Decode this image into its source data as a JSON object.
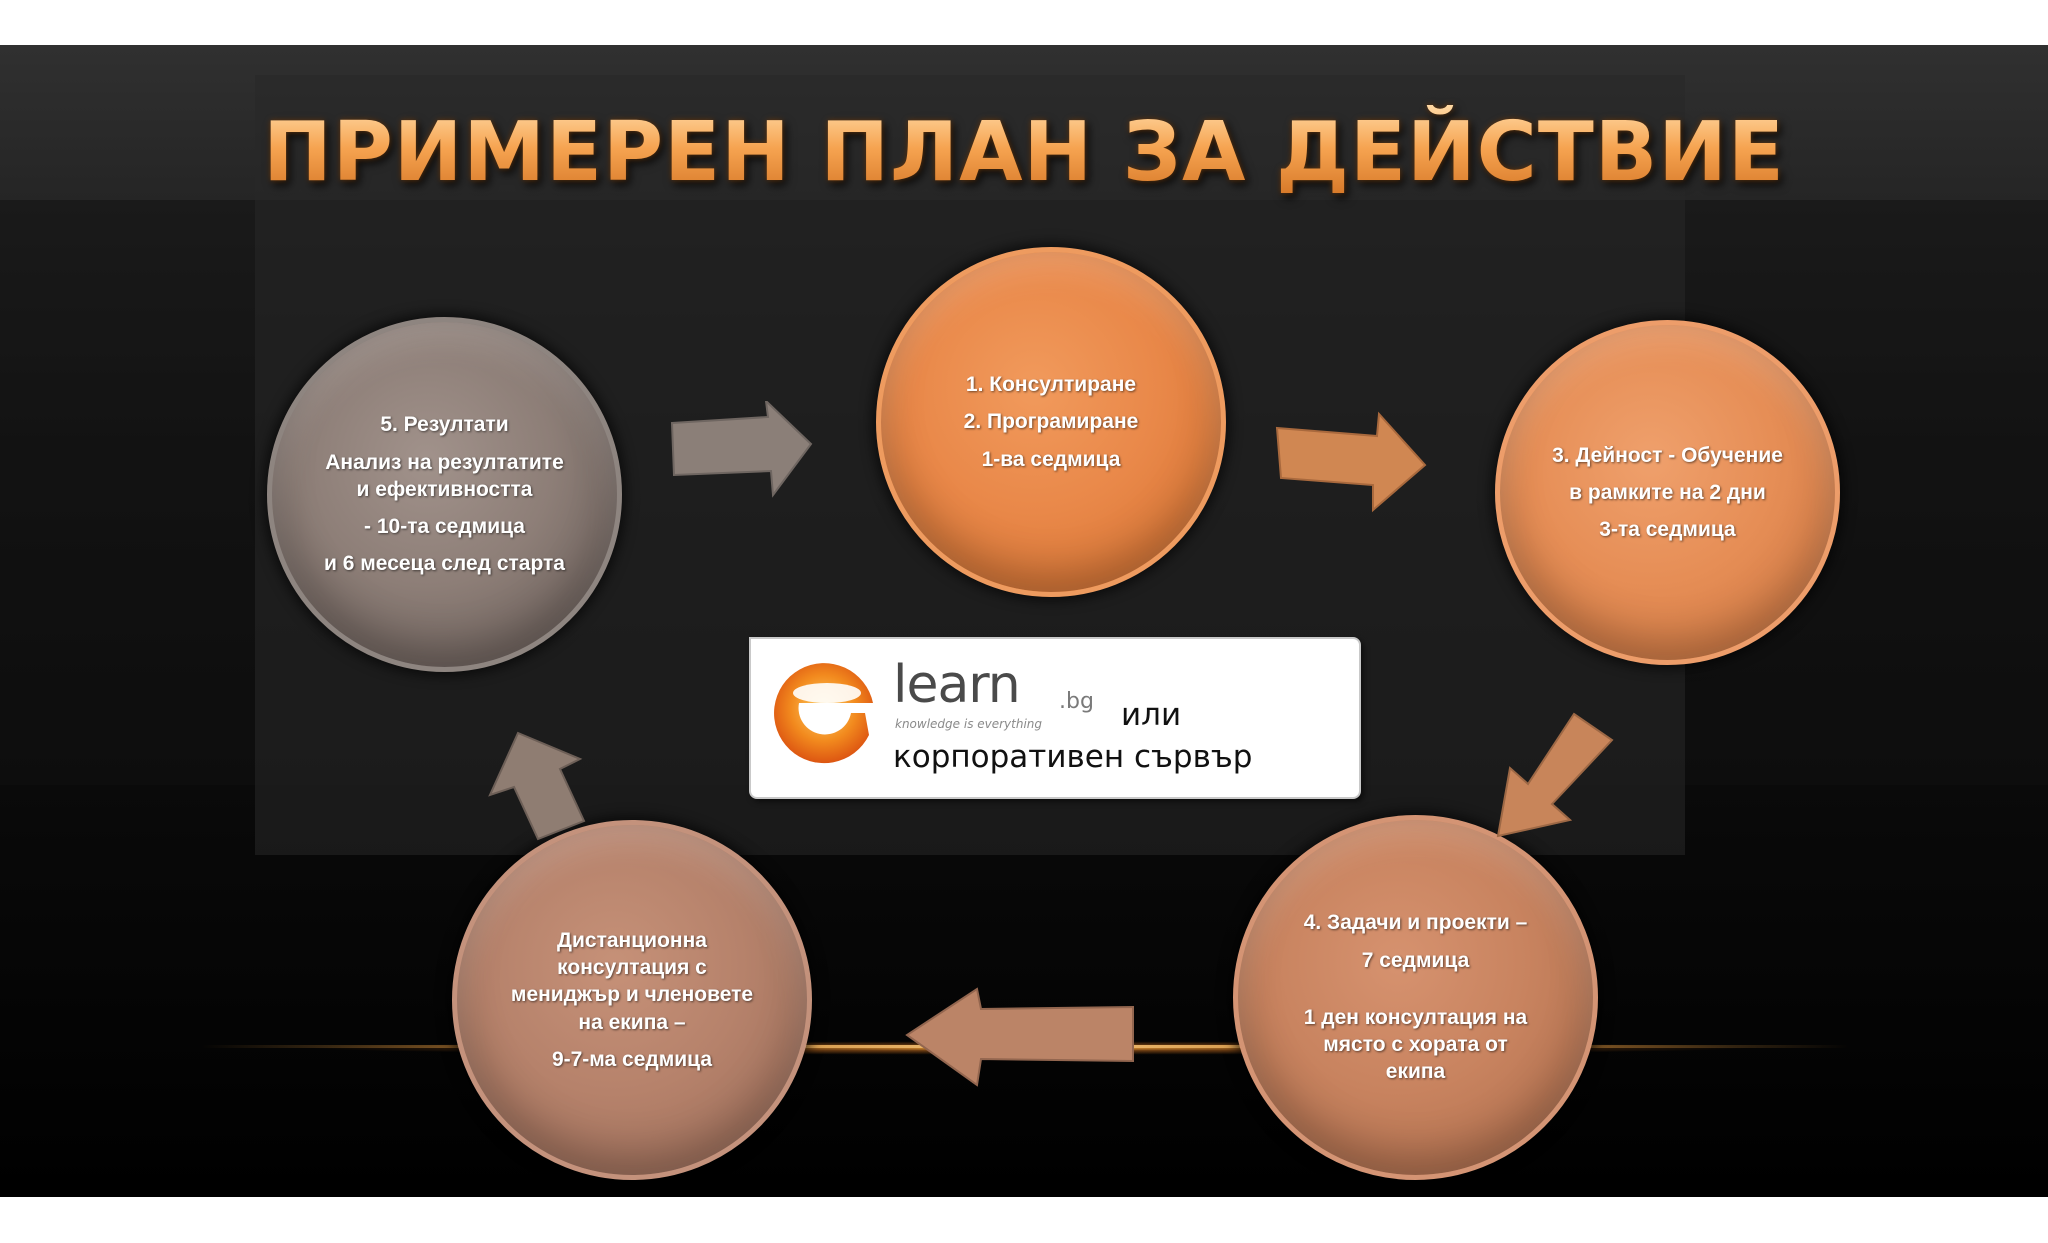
{
  "title": "ПРИМЕРЕН ПЛАН ЗА ДЕЙСТВИЕ",
  "steps": {
    "consult": {
      "line1": "1. Консултиране",
      "line2": "2. Програмиране",
      "line3": "1-ва седмица"
    },
    "activity": {
      "line1": "3. Дейност - Обучение",
      "line2": "в рамките на 2 дни",
      "line3": "3-та седмица"
    },
    "tasks": {
      "line1": "4. Задачи и проекти –",
      "line2": "7 седмица",
      "line3": "1 ден консултация на",
      "line4": "място  с хората от",
      "line5": "екипа"
    },
    "distance": {
      "line1": "Дистанционна",
      "line2": "консултация с",
      "line3": "мениджър и членовете",
      "line4": "на екипа –",
      "line5": "9-7-ма седмица"
    },
    "results": {
      "line1": "5. Резултати",
      "line2": "Анализ на резултатите",
      "line3": "и ефективността",
      "line4": "- 10-та седмица",
      "line5": "и 6 месеца след старта"
    }
  },
  "logo": {
    "brand": "learn",
    "domain": ".bg",
    "tagline": "knowledge is everything",
    "or": "или",
    "server": "корпоративен сървър"
  },
  "colors": {
    "title": "#f1a24d",
    "consult": "#e98849",
    "activity": "#e68e56",
    "tasks": "#c8835f",
    "distance": "#b6826b",
    "results": "#8d7e77",
    "arrow_gray": "#8b7f78",
    "arrow_orange": "#d08752",
    "arrow_brown": "#bb8467"
  }
}
